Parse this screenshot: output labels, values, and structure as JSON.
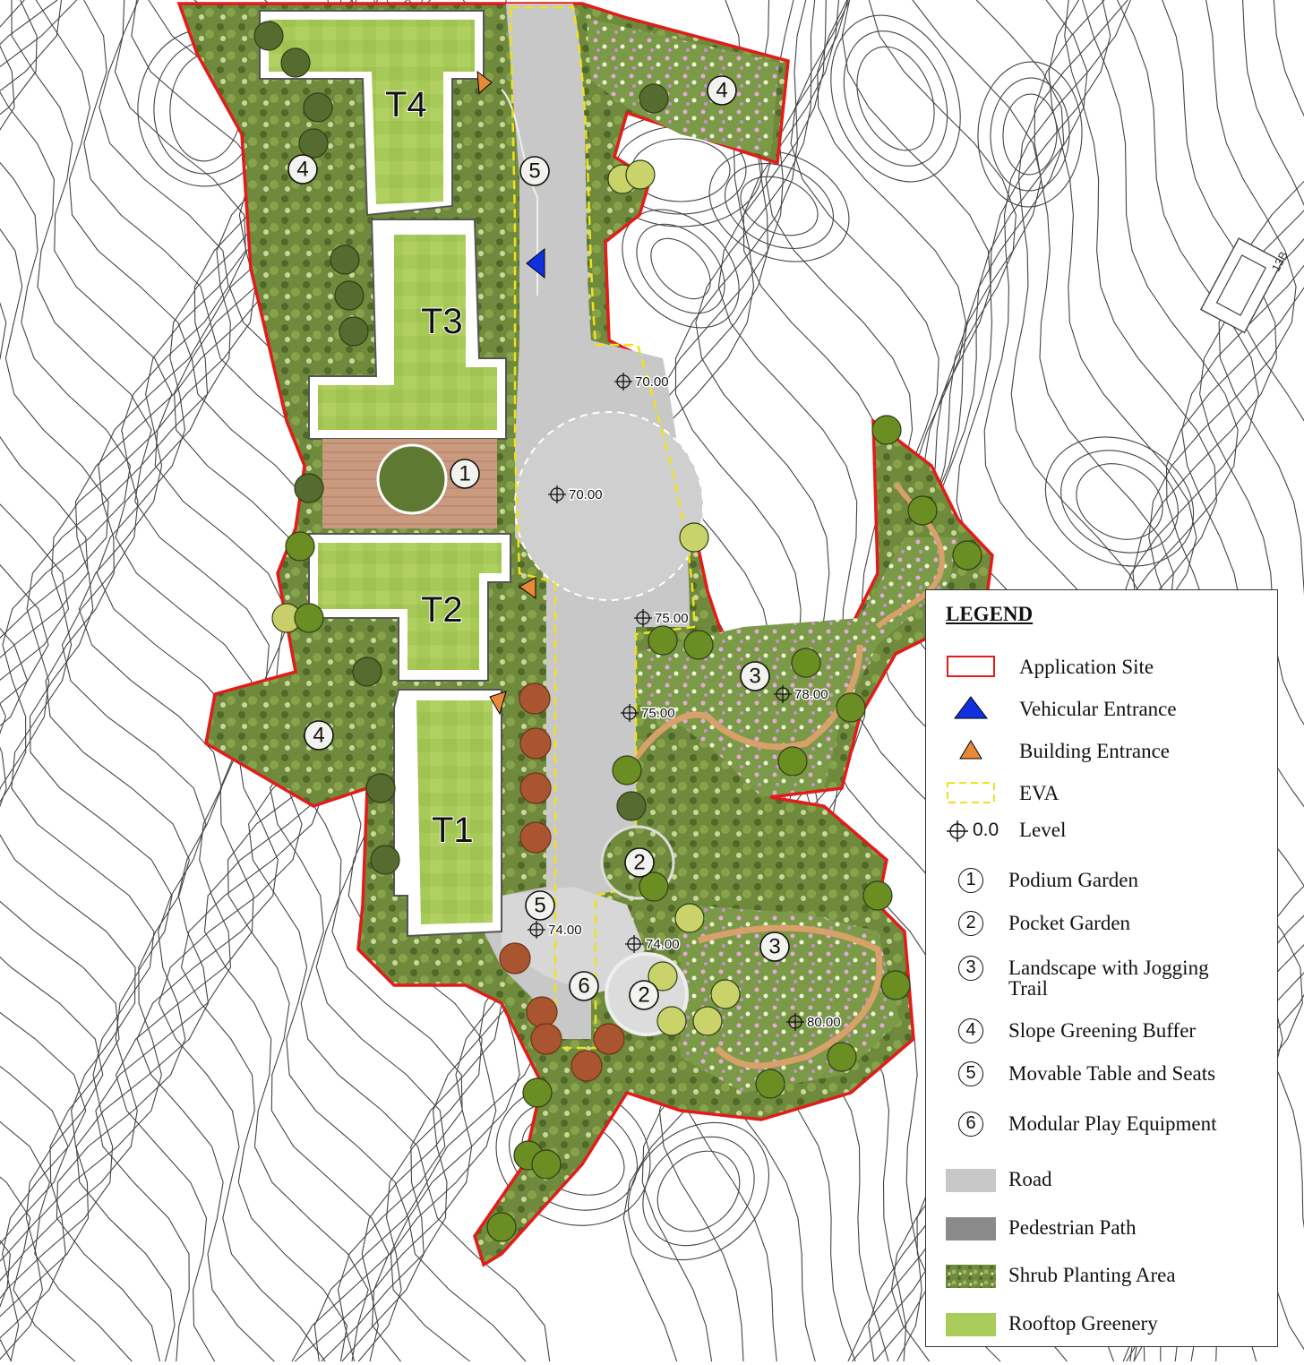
{
  "towers": [
    {
      "id": "t4",
      "label": "T4"
    },
    {
      "id": "t3",
      "label": "T3"
    },
    {
      "id": "t2",
      "label": "T2"
    },
    {
      "id": "t1",
      "label": "T1"
    }
  ],
  "features_on_map": [
    "4",
    "5",
    "4",
    "1",
    "4",
    "3",
    "2",
    "5",
    "6",
    "2",
    "3"
  ],
  "levels": [
    "70.00",
    "70.00",
    "75.00",
    "75.00",
    "78.00",
    "74.00",
    "74.00",
    "80.00"
  ],
  "misc_label": "13B",
  "legend": {
    "title": "LEGEND",
    "symbols": [
      {
        "label": "Application Site",
        "icon": "red-outline-rect",
        "color": "#e21b1b"
      },
      {
        "label": "Vehicular Entrance",
        "icon": "blue-triangle",
        "color": "#1030e0"
      },
      {
        "label": "Building Entrance",
        "icon": "orange-triangle",
        "color": "#e8893a"
      },
      {
        "label": "EVA",
        "icon": "yellow-dashed-rect",
        "color": "#f0e020"
      },
      {
        "label": "Level",
        "symbol_text": "0.0",
        "icon": "level-crosshair"
      }
    ],
    "numbered": [
      {
        "num": "1",
        "label": "Podium Garden"
      },
      {
        "num": "2",
        "label": "Pocket Garden"
      },
      {
        "num": "3",
        "label": "Landscape with Jogging Trail"
      },
      {
        "num": "4",
        "label": "Slope Greening Buffer"
      },
      {
        "num": "5",
        "label": "Movable Table and Seats"
      },
      {
        "num": "6",
        "label": "Modular Play Equipment"
      }
    ],
    "swatches": [
      {
        "label": "Road",
        "color": "#c8c8c8"
      },
      {
        "label": "Pedestrian Path",
        "color": "#8a8a8a"
      },
      {
        "label": "Shrub Planting Area",
        "color": "#5e7a32"
      },
      {
        "label": "Rooftop Greenery",
        "color": "#a9cc5a"
      }
    ]
  }
}
